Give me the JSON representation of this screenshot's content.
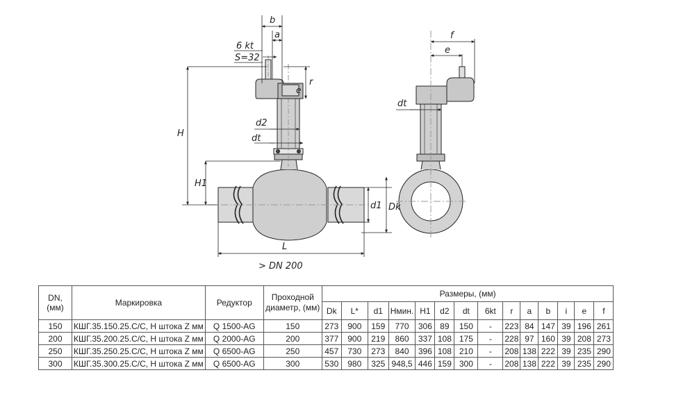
{
  "drawing": {
    "labels": {
      "b": "b",
      "a": "a",
      "kt": "6 kt",
      "s": "S=32",
      "r": "r",
      "e_small": "e",
      "H": "H",
      "H1": "H1",
      "d2": "d2",
      "dt_left": "dt",
      "d1": "d1",
      "Dk": "Dk",
      "L": "L",
      "dn": "> DN 200",
      "f": "f",
      "e": "e",
      "dt_right": "dt"
    }
  },
  "table": {
    "headers": {
      "dn": "DN,\n(мм)",
      "marking": "Маркировка",
      "reducer": "Редуктор",
      "passage": "Проходной диаметр, (мм)",
      "dims": "Размеры, (мм)"
    },
    "subheaders": [
      "Dk",
      "L*",
      "d1",
      "Hмин.",
      "H1",
      "d2",
      "dt",
      "6kt",
      "r",
      "a",
      "b",
      "i",
      "e",
      "f"
    ],
    "rows": [
      [
        "150",
        "КШГ.35.150.25.С/С, H штока Z мм",
        "Q 1500-AG",
        "150",
        "273",
        "900",
        "159",
        "770",
        "306",
        "89",
        "150",
        "-",
        "223",
        "84",
        "147",
        "39",
        "196",
        "261"
      ],
      [
        "200",
        "КШГ.35.200.25.С/С, H штока Z мм",
        "Q 2000-AG",
        "200",
        "377",
        "900",
        "219",
        "860",
        "337",
        "108",
        "175",
        "-",
        "228",
        "97",
        "160",
        "39",
        "208",
        "273"
      ],
      [
        "250",
        "КШГ.35.250.25.С/С, H штока Z мм",
        "Q 6500-AG",
        "250",
        "457",
        "730",
        "273",
        "840",
        "396",
        "108",
        "210",
        "-",
        "208",
        "138",
        "222",
        "39",
        "235",
        "290"
      ],
      [
        "300",
        "КШГ.35.300.25.С/С, H штока Z мм",
        "Q 6500-AG",
        "300",
        "530",
        "980",
        "325",
        "948,5",
        "446",
        "159",
        "300",
        "-",
        "208",
        "138",
        "222",
        "39",
        "235",
        "290"
      ]
    ]
  }
}
